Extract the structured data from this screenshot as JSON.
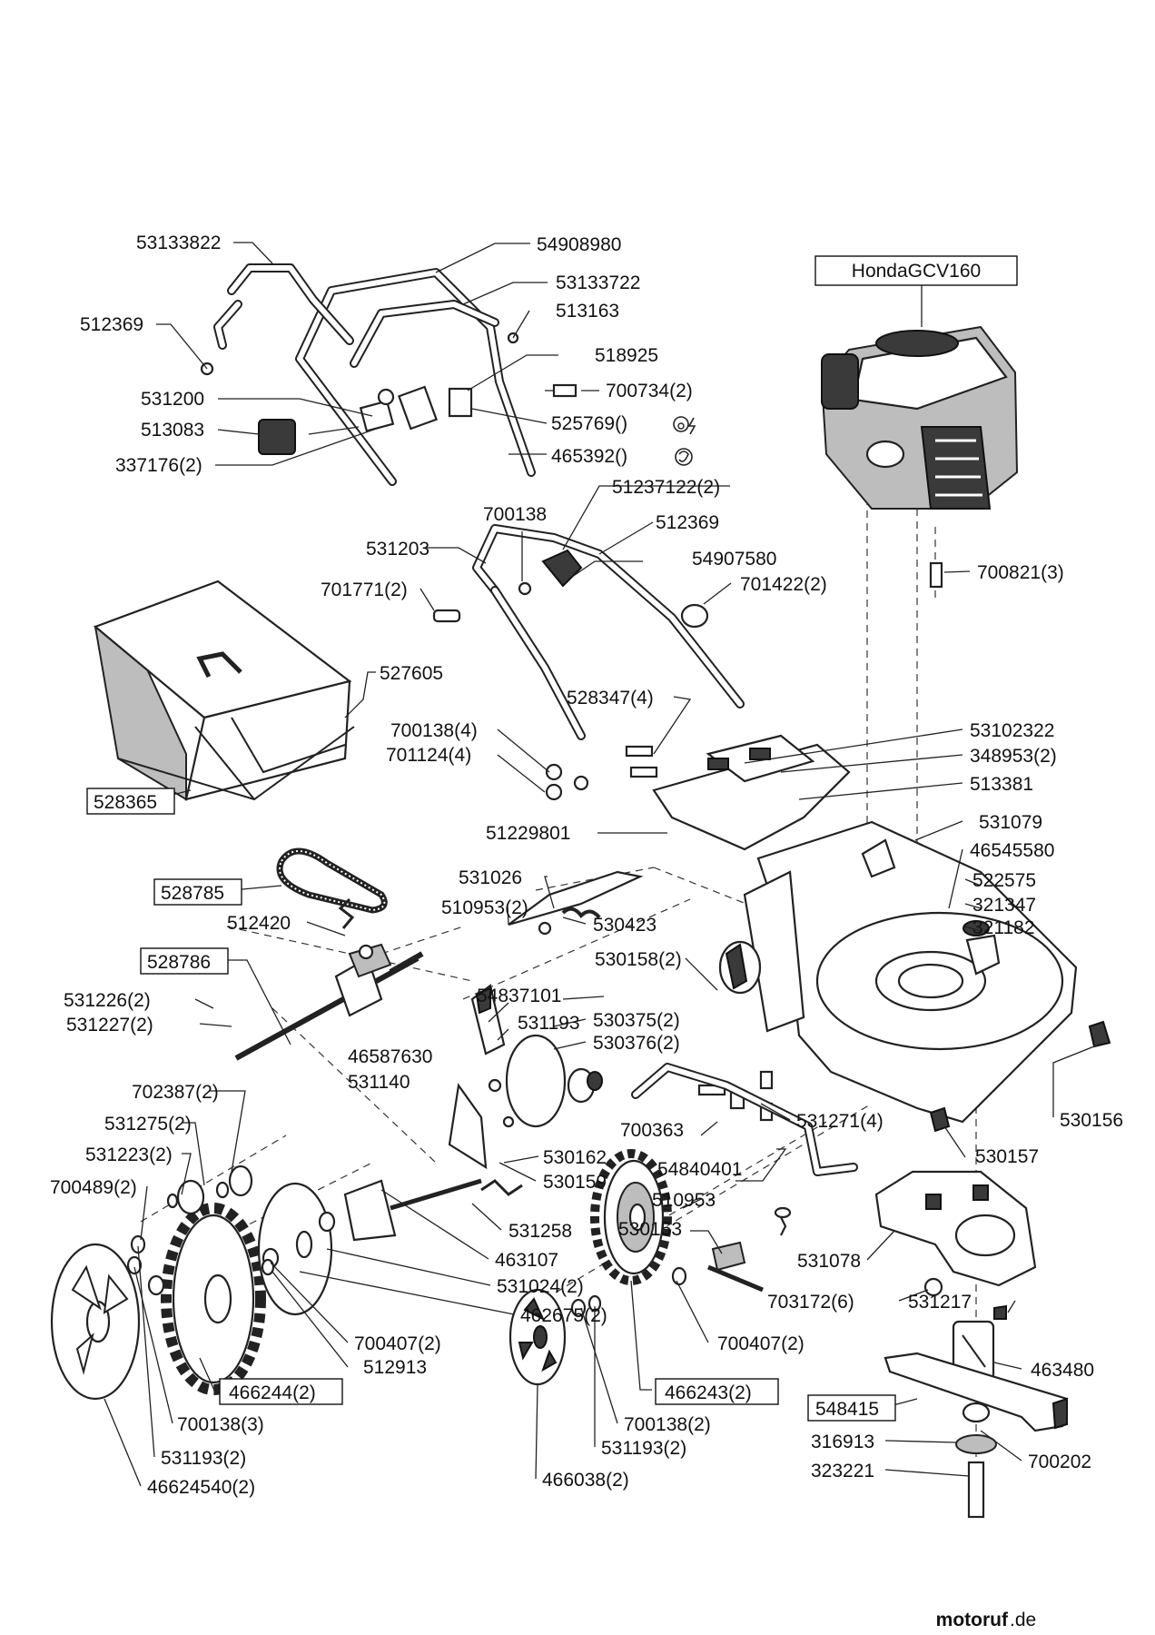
{
  "engine_label": "HondaGCV160",
  "logo": {
    "name": "motoruf",
    "suffix": ".de"
  },
  "labels": [
    {
      "id": "l01",
      "text": "53133822"
    },
    {
      "id": "l02",
      "text": "54908980"
    },
    {
      "id": "l03",
      "text": "53133722"
    },
    {
      "id": "l04",
      "text": "512369"
    },
    {
      "id": "l05",
      "text": "513163"
    },
    {
      "id": "l06",
      "text": "518925"
    },
    {
      "id": "l07",
      "text": "531200"
    },
    {
      "id": "l08",
      "text": "700734(2)"
    },
    {
      "id": "l09",
      "text": "513083"
    },
    {
      "id": "l10",
      "text": "525769()"
    },
    {
      "id": "l11",
      "text": "337176(2)"
    },
    {
      "id": "l12",
      "text": "465392()"
    },
    {
      "id": "l13",
      "text": "51237122(2)"
    },
    {
      "id": "l14",
      "text": "700138"
    },
    {
      "id": "l15",
      "text": "512369"
    },
    {
      "id": "l16",
      "text": "531203"
    },
    {
      "id": "l17",
      "text": "54907580"
    },
    {
      "id": "l18",
      "text": "701771(2)"
    },
    {
      "id": "l19",
      "text": "701422(2)"
    },
    {
      "id": "l20",
      "text": "700821(3)"
    },
    {
      "id": "l21",
      "text": "527605"
    },
    {
      "id": "l22",
      "text": "528347(4)"
    },
    {
      "id": "l23",
      "text": "700138(4)"
    },
    {
      "id": "l24",
      "text": "701124(4)"
    },
    {
      "id": "l25",
      "text": "53102322"
    },
    {
      "id": "l26",
      "text": "348953(2)"
    },
    {
      "id": "l27",
      "text": "513381"
    },
    {
      "id": "l28",
      "text": "528365"
    },
    {
      "id": "l29",
      "text": "531079"
    },
    {
      "id": "l30",
      "text": "51229801"
    },
    {
      "id": "l31",
      "text": "46545580"
    },
    {
      "id": "l32",
      "text": "531026"
    },
    {
      "id": "l33",
      "text": "522575"
    },
    {
      "id": "l34",
      "text": "528785"
    },
    {
      "id": "l35",
      "text": "510953(2)"
    },
    {
      "id": "l36",
      "text": "321347"
    },
    {
      "id": "l37",
      "text": "530423"
    },
    {
      "id": "l38",
      "text": "321182"
    },
    {
      "id": "l39",
      "text": "512420"
    },
    {
      "id": "l40",
      "text": "528786"
    },
    {
      "id": "l41",
      "text": "530158(2)"
    },
    {
      "id": "l42",
      "text": "54837101"
    },
    {
      "id": "l43",
      "text": "531226(2)"
    },
    {
      "id": "l44",
      "text": "530375(2)"
    },
    {
      "id": "l45",
      "text": "531193"
    },
    {
      "id": "l46",
      "text": "531227(2)"
    },
    {
      "id": "l47",
      "text": "530376(2)"
    },
    {
      "id": "l48",
      "text": "46587630"
    },
    {
      "id": "l49",
      "text": "531140"
    },
    {
      "id": "l50",
      "text": "702387(2)"
    },
    {
      "id": "l51",
      "text": "531271(4)"
    },
    {
      "id": "l52",
      "text": "530156"
    },
    {
      "id": "l53",
      "text": "531275(2)"
    },
    {
      "id": "l54",
      "text": "700363"
    },
    {
      "id": "l55",
      "text": "531223(2)"
    },
    {
      "id": "l56",
      "text": "530162"
    },
    {
      "id": "l57",
      "text": "54840401"
    },
    {
      "id": "l58",
      "text": "530157"
    },
    {
      "id": "l59",
      "text": "700489(2)"
    },
    {
      "id": "l60",
      "text": "530159"
    },
    {
      "id": "l61",
      "text": "510953"
    },
    {
      "id": "l62",
      "text": "531258"
    },
    {
      "id": "l63",
      "text": "530153"
    },
    {
      "id": "l64",
      "text": "463107"
    },
    {
      "id": "l65",
      "text": "531078"
    },
    {
      "id": "l66",
      "text": "531024(2)"
    },
    {
      "id": "l67",
      "text": "462675(2)"
    },
    {
      "id": "l68",
      "text": "703172(6)"
    },
    {
      "id": "l69",
      "text": "531217"
    },
    {
      "id": "l70",
      "text": "700407(2)"
    },
    {
      "id": "l71",
      "text": "700407(2)"
    },
    {
      "id": "l72",
      "text": "512913"
    },
    {
      "id": "l73",
      "text": "463480"
    },
    {
      "id": "l74",
      "text": "466244(2)"
    },
    {
      "id": "l75",
      "text": "466243(2)"
    },
    {
      "id": "l76",
      "text": "548415"
    },
    {
      "id": "l77",
      "text": "700138(3)"
    },
    {
      "id": "l78",
      "text": "700138(2)"
    },
    {
      "id": "l79",
      "text": "316913"
    },
    {
      "id": "l80",
      "text": "531193(2)"
    },
    {
      "id": "l81",
      "text": "531193(2)"
    },
    {
      "id": "l82",
      "text": "700202"
    },
    {
      "id": "l83",
      "text": "323221"
    },
    {
      "id": "l84",
      "text": "46624540(2)"
    },
    {
      "id": "l85",
      "text": "466038(2)"
    }
  ]
}
